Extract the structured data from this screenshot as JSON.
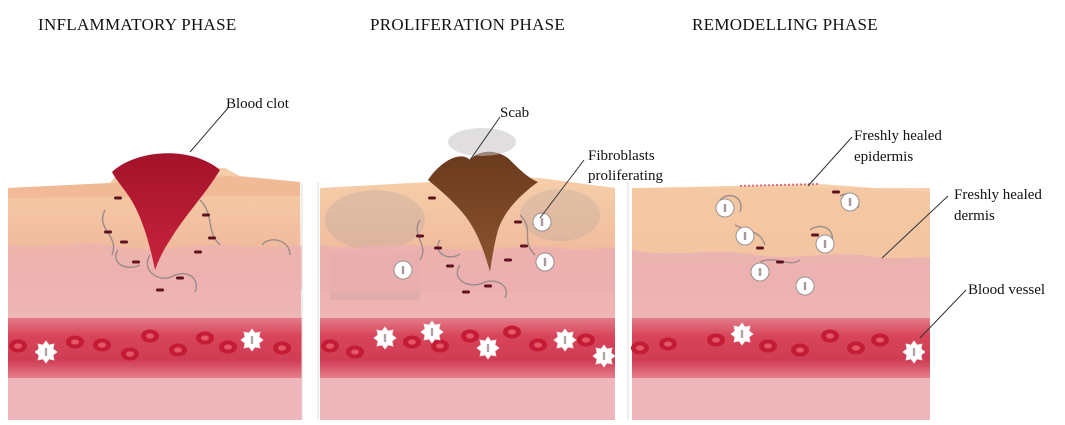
{
  "diagram": {
    "phases": [
      {
        "title": "INFLAMMATORY PHASE"
      },
      {
        "title": "PROLIFERATION PHASE"
      },
      {
        "title": "REMODELLING PHASE"
      }
    ],
    "labels": {
      "blood_clot": "Blood clot",
      "scab": "Scab",
      "fibroblasts_line1": "Fibroblasts",
      "fibroblasts_line2": "proliferating",
      "epidermis_line1": "Freshly healed",
      "epidermis_line2": "epidermis",
      "dermis_line1": "Freshly healed",
      "dermis_line2": "dermis",
      "blood_vessel": "Blood vessel"
    },
    "colors": {
      "epidermis": "#f3c7a2",
      "dermis": "#eab5b4",
      "deep_dermis": "#efb4b8",
      "vessel": "#d94a5e",
      "vessel_core": "#c42c45",
      "red_cell": "#c61d35",
      "clot": "#b5182e",
      "scab": "#7a4424",
      "white_cell": "#ffffff"
    }
  }
}
